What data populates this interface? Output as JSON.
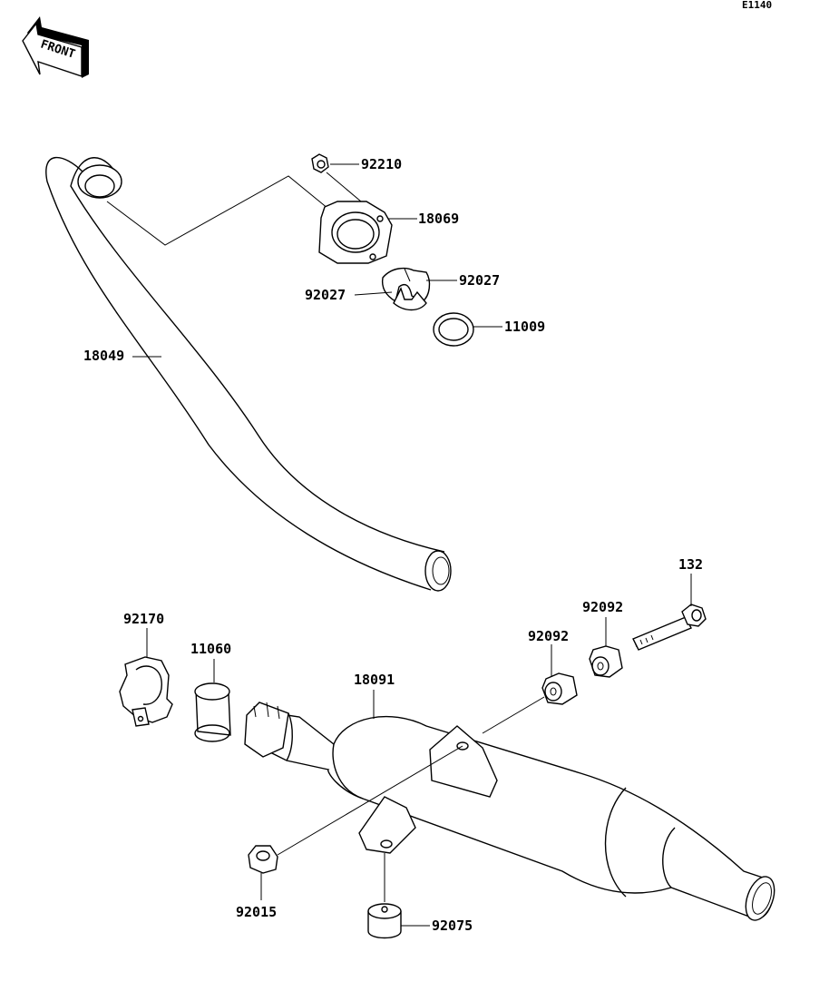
{
  "ref_code": "E1140",
  "front_label": "FRONT",
  "parts": {
    "p92210": "92210",
    "p18069": "18069",
    "p92027_right": "92027",
    "p92027_left": "92027",
    "p11009": "11009",
    "p18049": "18049",
    "p132": "132",
    "p92092_upper": "92092",
    "p92092_lower": "92092",
    "p92170": "92170",
    "p11060": "11060",
    "p18091": "18091",
    "p92015": "92015",
    "p92075": "92075"
  }
}
